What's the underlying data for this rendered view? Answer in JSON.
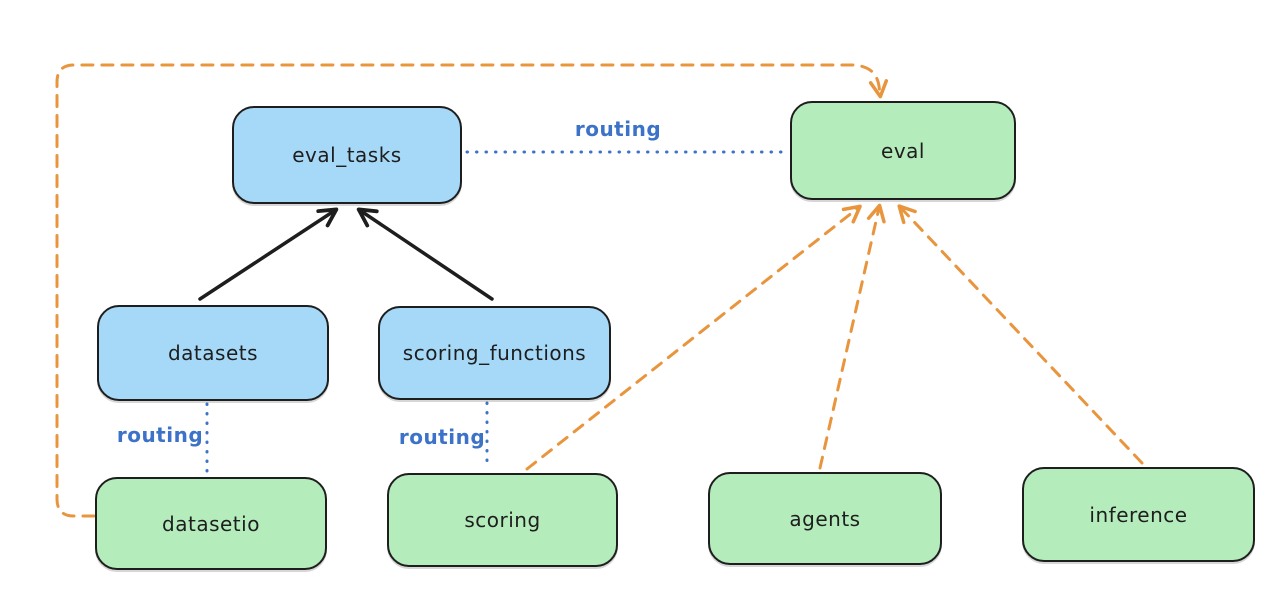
{
  "diagram": {
    "nodes": {
      "eval_tasks": {
        "label": "eval_tasks",
        "fill": "#a6d9f7",
        "type": "resource"
      },
      "eval": {
        "label": "eval",
        "fill": "#b5ecbc",
        "type": "api"
      },
      "datasets": {
        "label": "datasets",
        "fill": "#a6d9f7",
        "type": "resource"
      },
      "scoring_functions": {
        "label": "scoring_functions",
        "fill": "#a6d9f7",
        "type": "resource"
      },
      "datasetio": {
        "label": "datasetio",
        "fill": "#b5ecbc",
        "type": "api"
      },
      "scoring": {
        "label": "scoring",
        "fill": "#b5ecbc",
        "type": "api"
      },
      "agents": {
        "label": "agents",
        "fill": "#b5ecbc",
        "type": "api"
      },
      "inference": {
        "label": "inference",
        "fill": "#b5ecbc",
        "type": "api"
      }
    },
    "edge_labels": {
      "routing_eval_tasks_eval": "routing",
      "routing_datasets_datasetio": "routing",
      "routing_scoring_functions_scoring": "routing"
    },
    "edges": [
      {
        "from": "datasets",
        "to": "eval_tasks",
        "style": "solid-arrow",
        "color": "#1e1e1e"
      },
      {
        "from": "scoring_functions",
        "to": "eval_tasks",
        "style": "solid-arrow",
        "color": "#1e1e1e"
      },
      {
        "from": "eval_tasks",
        "to": "eval",
        "style": "dotted",
        "label": "routing",
        "color": "#3c72c8"
      },
      {
        "from": "datasets",
        "to": "datasetio",
        "style": "dotted",
        "label": "routing",
        "color": "#3c72c8"
      },
      {
        "from": "scoring_functions",
        "to": "scoring",
        "style": "dotted",
        "label": "routing",
        "color": "#3c72c8"
      },
      {
        "from": "datasetio",
        "to": "eval",
        "style": "dashed-arrow",
        "color": "#e8953d"
      },
      {
        "from": "scoring",
        "to": "eval",
        "style": "dashed-arrow",
        "color": "#e8953d"
      },
      {
        "from": "agents",
        "to": "eval",
        "style": "dashed-arrow",
        "color": "#e8953d"
      },
      {
        "from": "inference",
        "to": "eval",
        "style": "dashed-arrow",
        "color": "#e8953d"
      }
    ],
    "colors": {
      "node_blue": "#a6d9f7",
      "node_green": "#b5ecbc",
      "stroke_black": "#1e1e1e",
      "routing_blue": "#3c72c8",
      "provider_orange": "#e8953d",
      "background": "#ffffff"
    }
  }
}
